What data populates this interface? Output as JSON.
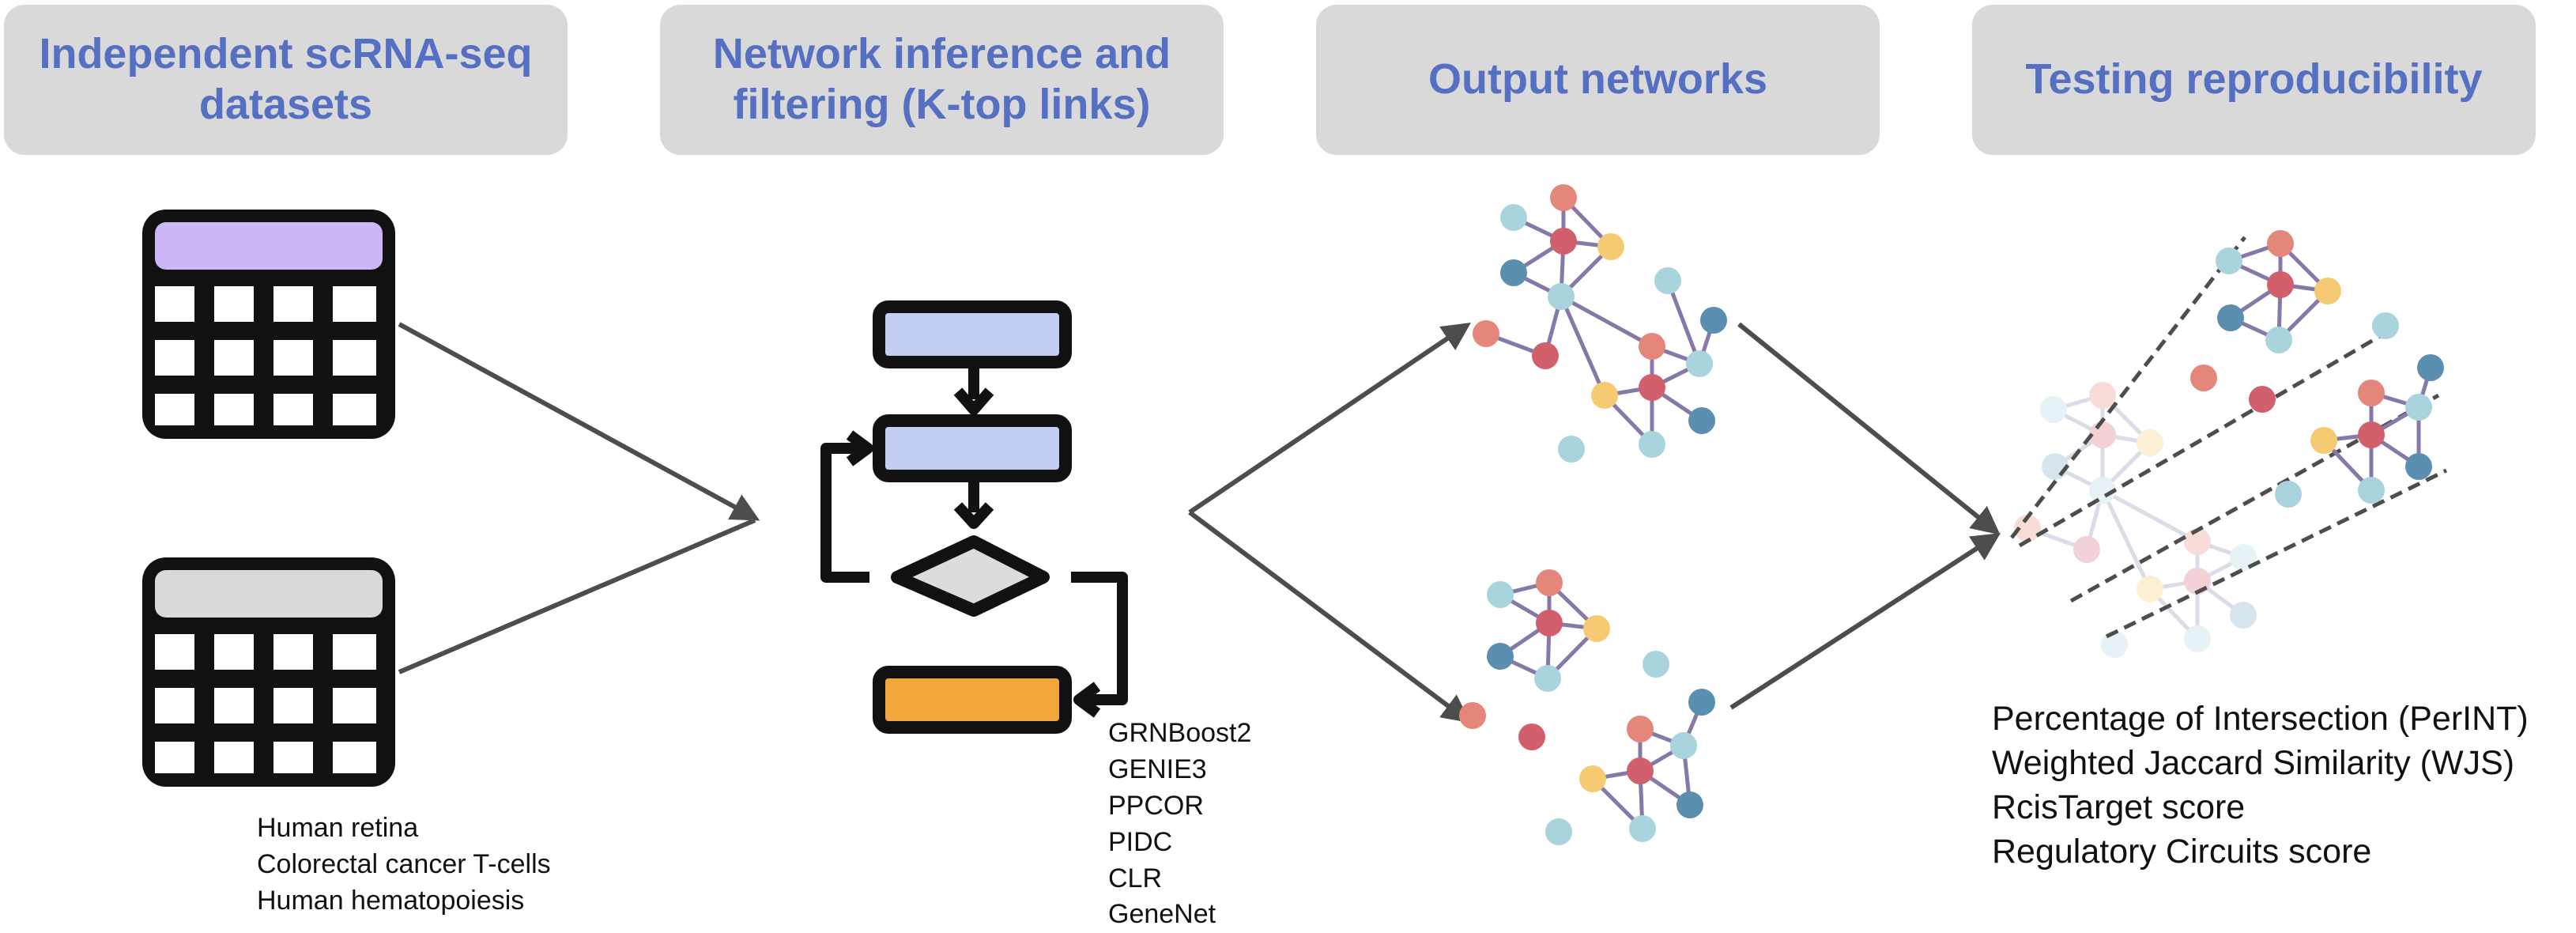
{
  "stages": [
    {
      "title_line1": "Independent scRNA-seq",
      "title_line2": "datasets"
    },
    {
      "title_line1": "Network inference and",
      "title_line2": "filtering (K-top links)"
    },
    {
      "title_line1": "Output networks",
      "title_line2": ""
    },
    {
      "title_line1": "Testing reproducibility",
      "title_line2": ""
    }
  ],
  "datasets": [
    "Human retina",
    "Colorectal cancer T-cells",
    "Human hematopoiesis"
  ],
  "methods": [
    "GRNBoost2",
    "GENIE3",
    "PPCOR",
    "PIDC",
    "CLR",
    "GeneNet"
  ],
  "metrics": [
    "Percentage of Intersection (PerINT)",
    "Weighted Jaccard Similarity (WJS)",
    "RcisTarget score",
    "Regulatory Circuits score"
  ],
  "colors": {
    "header_bg": "#d9d9d9",
    "header_text": "#5570c2",
    "table_header_purple": "#cdb8f7",
    "table_header_gray": "#d9d9d9",
    "flow_box_blue": "#c3cff2",
    "flow_box_orange": "#f3a73a",
    "node_light_blue": "#a9d3dd",
    "node_dark_blue": "#5a8fb0",
    "node_red": "#d25f6c",
    "node_salmon": "#e4877a",
    "node_yellow": "#f5ca73",
    "edge_purple": "#8678a8",
    "arrow_gray": "#4d4d4d"
  }
}
